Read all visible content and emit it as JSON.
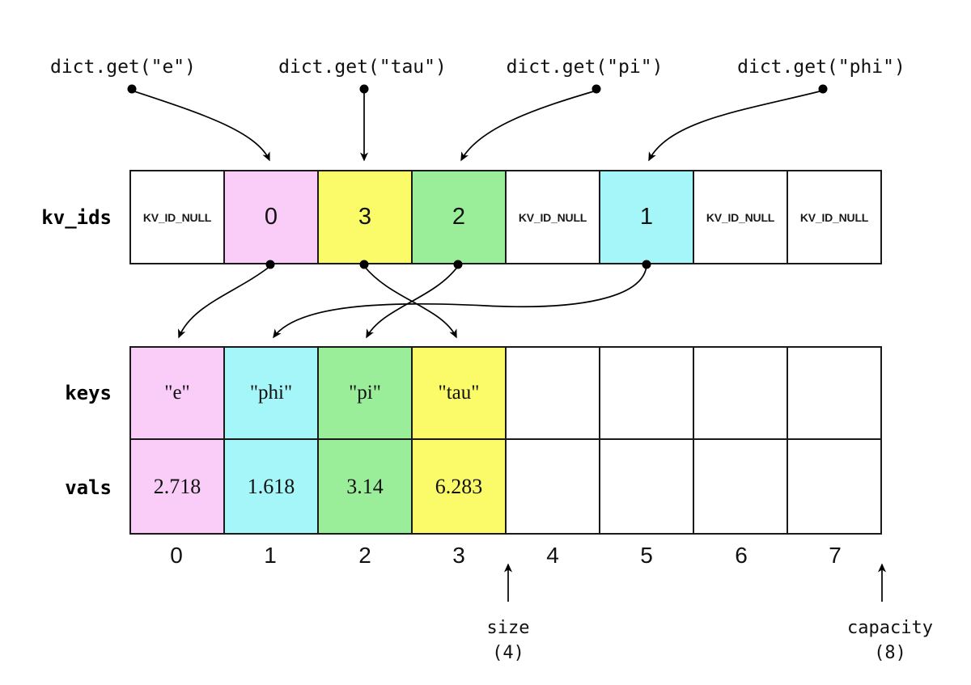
{
  "queries": [
    {
      "label": "dict.get(\"e\")"
    },
    {
      "label": "dict.get(\"tau\")"
    },
    {
      "label": "dict.get(\"pi\")"
    },
    {
      "label": "dict.get(\"phi\")"
    }
  ],
  "arrays": {
    "kv_ids": {
      "label": "kv_ids",
      "cells": [
        {
          "text": "KV_ID_NULL",
          "color": "#FFFFFF"
        },
        {
          "text": "0",
          "color": "#FACDF8"
        },
        {
          "text": "3",
          "color": "#FBFB6A"
        },
        {
          "text": "2",
          "color": "#9AEE9A"
        },
        {
          "text": "KV_ID_NULL",
          "color": "#FFFFFF"
        },
        {
          "text": "1",
          "color": "#A5F6F8"
        },
        {
          "text": "KV_ID_NULL",
          "color": "#FFFFFF"
        },
        {
          "text": "KV_ID_NULL",
          "color": "#FFFFFF"
        }
      ]
    },
    "keys": {
      "label": "keys",
      "cells": [
        {
          "text": "\"e\"",
          "color": "#FACDF8"
        },
        {
          "text": "\"phi\"",
          "color": "#A5F6F8"
        },
        {
          "text": "\"pi\"",
          "color": "#9AEE9A"
        },
        {
          "text": "\"tau\"",
          "color": "#FBFB6A"
        },
        {
          "text": "",
          "color": "#FFFFFF"
        },
        {
          "text": "",
          "color": "#FFFFFF"
        },
        {
          "text": "",
          "color": "#FFFFFF"
        },
        {
          "text": "",
          "color": "#FFFFFF"
        }
      ]
    },
    "vals": {
      "label": "vals",
      "cells": [
        {
          "text": "2.718",
          "color": "#FACDF8"
        },
        {
          "text": "1.618",
          "color": "#A5F6F8"
        },
        {
          "text": "3.14",
          "color": "#9AEE9A"
        },
        {
          "text": "6.283",
          "color": "#FBFB6A"
        },
        {
          "text": "",
          "color": "#FFFFFF"
        },
        {
          "text": "",
          "color": "#FFFFFF"
        },
        {
          "text": "",
          "color": "#FFFFFF"
        },
        {
          "text": "",
          "color": "#FFFFFF"
        }
      ]
    }
  },
  "indices": [
    "0",
    "1",
    "2",
    "3",
    "4",
    "5",
    "6",
    "7"
  ],
  "size": {
    "label": "size",
    "value": "(4)"
  },
  "capacity": {
    "label": "capacity",
    "value": "(8)"
  },
  "links": {
    "queries_to_slots": [
      {
        "from": "dict.get(\"e\")",
        "to_kv_ids_slot": 1
      },
      {
        "from": "dict.get(\"tau\")",
        "to_kv_ids_slot": 2
      },
      {
        "from": "dict.get(\"pi\")",
        "to_kv_ids_slot": 3
      },
      {
        "from": "dict.get(\"phi\")",
        "to_kv_ids_slot": 5
      }
    ],
    "ids_to_entries": [
      {
        "from_kv_ids_slot": 1,
        "id": "0",
        "to_entry_index": 0
      },
      {
        "from_kv_ids_slot": 2,
        "id": "3",
        "to_entry_index": 3
      },
      {
        "from_kv_ids_slot": 3,
        "id": "2",
        "to_entry_index": 2
      },
      {
        "from_kv_ids_slot": 5,
        "id": "1",
        "to_entry_index": 1
      }
    ]
  },
  "palette": {
    "pink": "#FACDF8",
    "cyan": "#A5F6F8",
    "green": "#9AEE9A",
    "yellow": "#FBFB6A",
    "line": "#000000"
  }
}
